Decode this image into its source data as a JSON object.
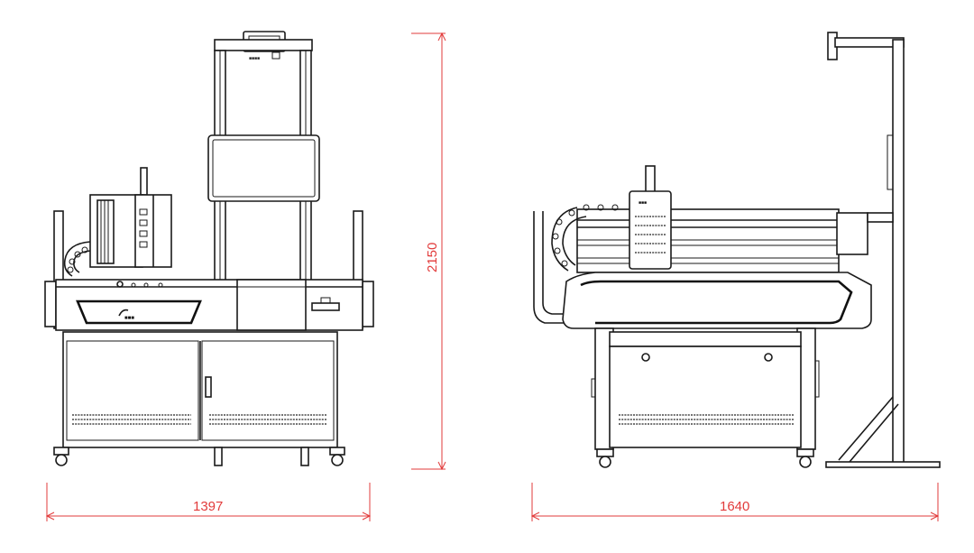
{
  "dimensions": {
    "front_width": "1397",
    "side_width": "1640",
    "height": "2150"
  },
  "colors": {
    "dimension_line": "#e23b3b",
    "machine_line": "#1a1a1a"
  }
}
